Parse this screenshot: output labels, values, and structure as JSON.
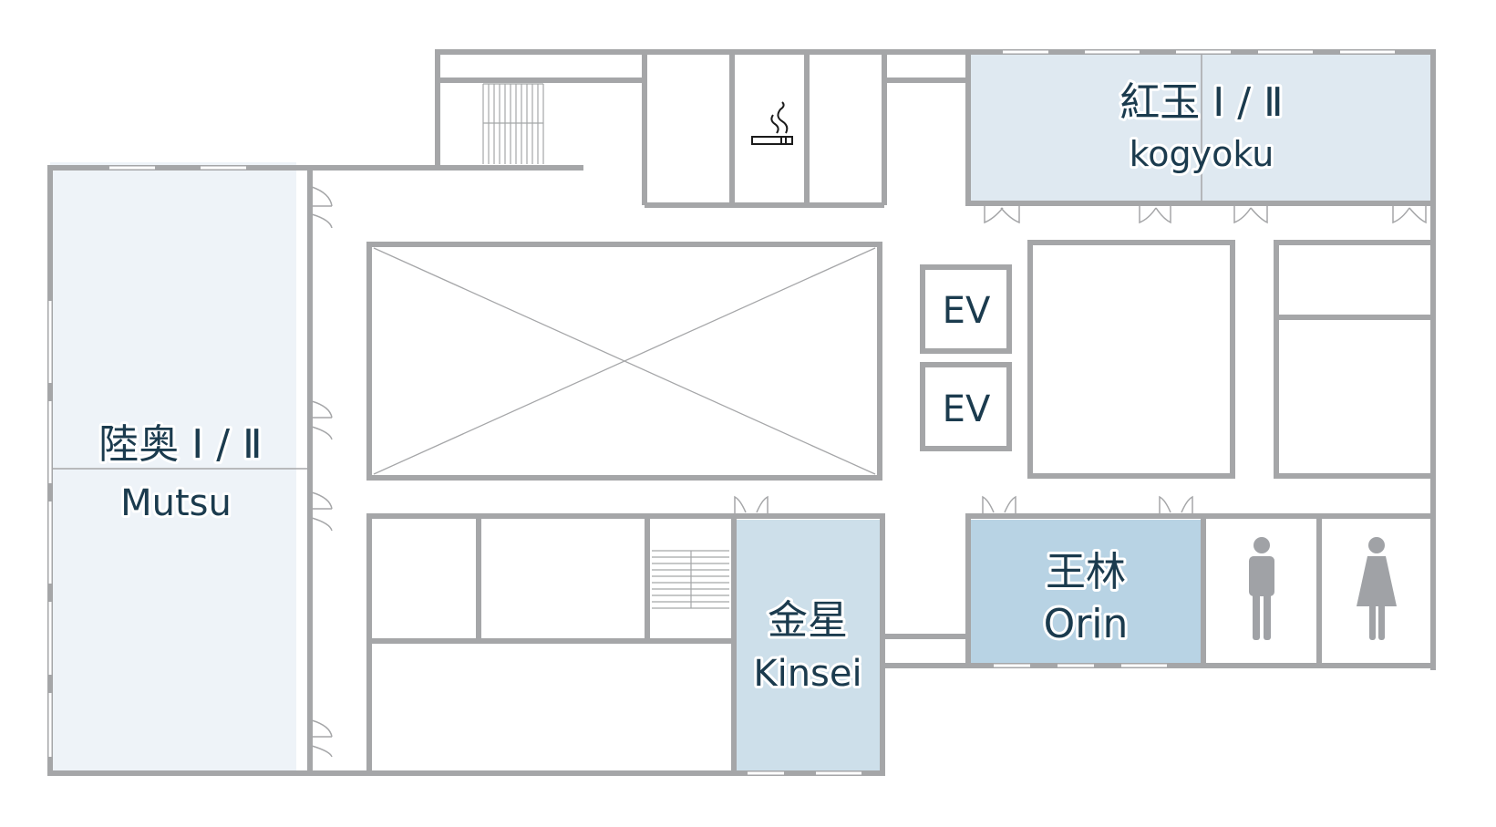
{
  "rooms": {
    "mutsu": {
      "name_ja": "陸奥 Ⅰ / Ⅱ",
      "name_en": "Mutsu",
      "fill": "#eef3f8"
    },
    "kogyoku": {
      "name_ja": "紅玉 Ⅰ / Ⅱ",
      "name_en": "kogyoku",
      "fill": "#dfe9f1"
    },
    "kinsei": {
      "name_ja": "金星",
      "name_en": "Kinsei",
      "fill": "#cddfea"
    },
    "orin": {
      "name_ja": "王林",
      "name_en": "Orin",
      "fill": "#b8d3e4"
    }
  },
  "elevators": {
    "upper": "EV",
    "lower": "EV"
  },
  "icons": {
    "smoking": "smoking-area-icon",
    "male": "male-restroom-icon",
    "female": "female-restroom-icon",
    "void": "void-cross-icon",
    "stairs": "stairs-icon"
  },
  "colors": {
    "wall": "#a5a6a8",
    "icon": "#9a9ca0",
    "label_text": "#1b3b4e"
  }
}
